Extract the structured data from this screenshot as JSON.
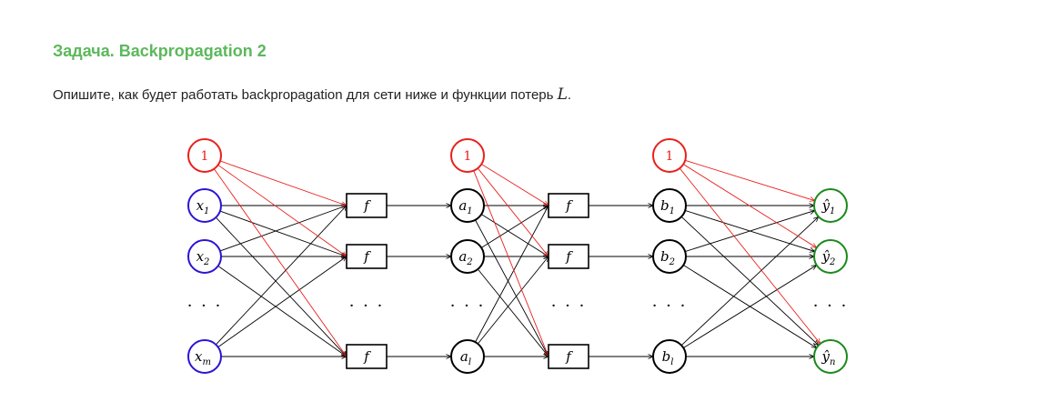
{
  "title": "Задача. Backpropagation 2",
  "question": {
    "text": "Опишите, как будет работать backpropagation для сети ниже и функции потерь",
    "loss_symbol": "L",
    "end": "."
  },
  "diagram": {
    "bias_label": "1",
    "func_label": "f",
    "ellipsis": "· · ·",
    "inputs": [
      {
        "base": "x",
        "sub": "1"
      },
      {
        "base": "x",
        "sub": "2"
      },
      {
        "base": "x",
        "sub": "m"
      }
    ],
    "hidden_a": [
      {
        "base": "a",
        "sub": "1"
      },
      {
        "base": "a",
        "sub": "2"
      },
      {
        "base": "a",
        "sub": "l"
      }
    ],
    "hidden_b": [
      {
        "base": "b",
        "sub": "1"
      },
      {
        "base": "b",
        "sub": "2"
      },
      {
        "base": "b",
        "sub": "l"
      }
    ],
    "outputs": [
      {
        "base": "ŷ",
        "sub": "1"
      },
      {
        "base": "ŷ",
        "sub": "2"
      },
      {
        "base": "ŷ",
        "sub": "n"
      }
    ],
    "colors": {
      "bias": "#e8211d",
      "input": "#2a14d6",
      "output": "#1a8a1a",
      "hidden": "#000000",
      "edge": "#000000",
      "bias_edge": "#e8211d"
    }
  }
}
